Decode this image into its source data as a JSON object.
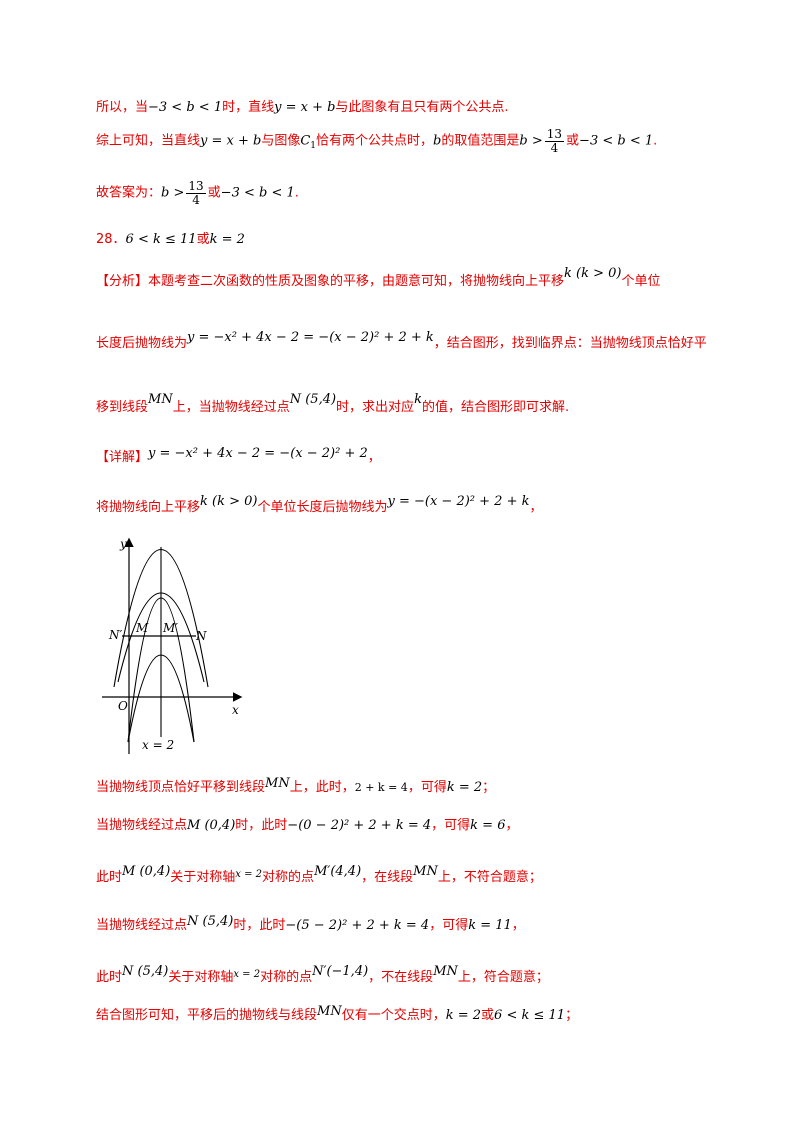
{
  "lines": {
    "l1": {
      "t1": "所以，当",
      "m1": "−3 < b < 1",
      "t2": "时，直线",
      "m2": "y = x + b",
      "t3": "与此图象有且只有两个公共点."
    },
    "l2": {
      "t1": "综上可知，当直线",
      "m1": "y = x + b",
      "t2": "与图像",
      "m2": "C",
      "m2sub": "1",
      "t3": "恰有两个公共点时，",
      "m3": "b",
      "t4": "的取值范围是",
      "m4": "b >",
      "fnum": "13",
      "fden": "4",
      "t5": "或",
      "m5": "−3 < b < 1",
      "t6": "."
    },
    "l3": {
      "t1": "故答案为：",
      "m1": "b >",
      "fnum": "13",
      "fden": "4",
      "t2": "或",
      "m2": "−3 < b < 1",
      "t3": "."
    },
    "l4": {
      "num": "28．",
      "m1": "6 < k ≤ 11",
      "t1": "或",
      "m2": "k = 2"
    },
    "l5": {
      "tag": "【分析】",
      "t1": "本题考查二次函数的性质及图象的平移，由题意可知，将抛物线向上平移",
      "m1": "k (k > 0)",
      "t2": "个单位"
    },
    "l6": {
      "t1": "长度后抛物线为",
      "m1": "y = −x² + 4x − 2 = −(x − 2)² + 2 + k",
      "t2": "，结合图形，找到临界点：当抛物线顶点恰好平"
    },
    "l7": {
      "t1": "移到线段",
      "m1": "MN",
      "t2": "上，当抛物线经过点",
      "m2": "N (5,4)",
      "t3": "时，求出对应",
      "m3": "k",
      "t4": "的值，结合图形即可求解."
    },
    "l8": {
      "tag": "【详解】",
      "m1": "y = −x² + 4x − 2 = −(x − 2)² + 2",
      "t1": "，"
    },
    "l9": {
      "t1": "将抛物线向上平移",
      "m1": "k (k > 0)",
      "t2": "个单位长度后抛物线为",
      "m2": "y = −(x − 2)² + 2 + k",
      "t3": "，"
    },
    "l10": {
      "t1": "当抛物线顶点恰好平移到线段",
      "m1": "MN",
      "t2": "上，此时，",
      "m2": "2 + k = 4",
      "t3": "，可得",
      "m3": "k = 2",
      "t4": "；"
    },
    "l11": {
      "t1": "当抛物线经过点",
      "m1": "M (0,4)",
      "t2": "时，此时",
      "m2": "−(0 − 2)² + 2 + k = 4",
      "t3": "，可得",
      "m3": "k = 6",
      "t4": "，"
    },
    "l12": {
      "t1": "此时",
      "m1": "M (0,4)",
      "t2": "关于对称轴",
      "m2": "x = 2",
      "t3": "对称的点",
      "m3": "M′(4,4)",
      "t4": "，在线段",
      "m4": "MN",
      "t5": "上，不符合题意；"
    },
    "l13": {
      "t1": "当抛物线经过点",
      "m1": "N (5,4)",
      "t2": "时，此时",
      "m2": "−(5 − 2)² + 2 + k = 4",
      "t3": "，可得",
      "m3": "k = 11",
      "t4": "，"
    },
    "l14": {
      "t1": "此时",
      "m1": "N (5,4)",
      "t2": "关于对称轴",
      "m2": "x = 2",
      "t3": "对称的点",
      "m3": "N′(−1,4)",
      "t4": "，不在线段",
      "m4": "MN",
      "t5": "上，符合题意；"
    },
    "l15": {
      "t1": "结合图形可知，平移后的抛物线与线段",
      "m1": "MN",
      "t2": "仅有一个交点时，",
      "m2": "k = 2",
      "t3": "或",
      "m3": "6 < k ≤ 11",
      "t4": "；"
    }
  },
  "figure": {
    "y_label": "y",
    "x_label": "x",
    "origin_label": "O",
    "n_prime_label": "N′",
    "m_label": "M",
    "m_prime_label": "M′",
    "n_label": "N",
    "axis_label": "x = 2"
  },
  "colors": {
    "text_red": "#e60000",
    "math_black": "#000000"
  }
}
